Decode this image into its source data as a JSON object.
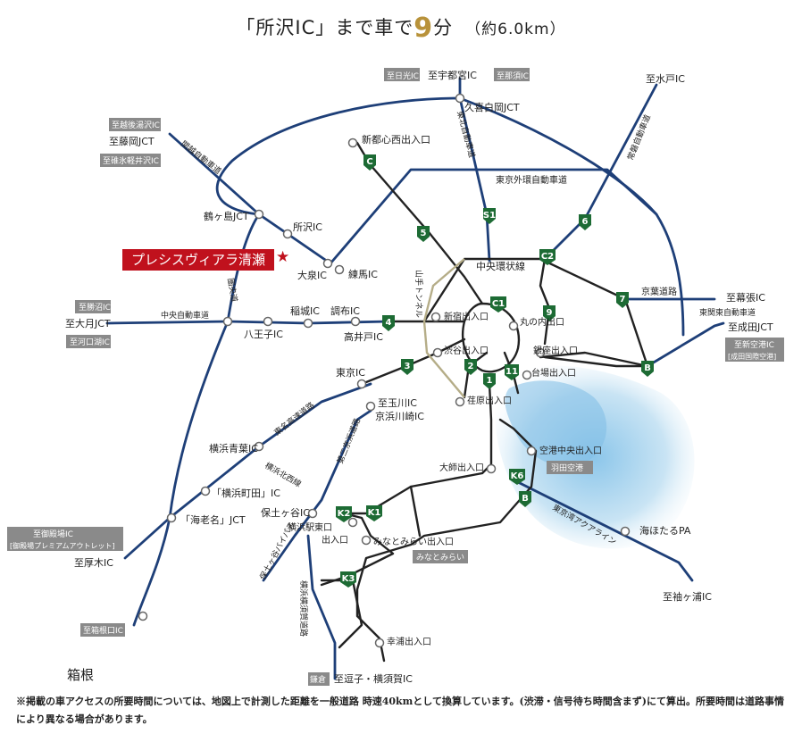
{
  "title": {
    "prefix": "「所沢IC」まで車で",
    "minutes": "9",
    "unit": "分",
    "distance": "（約6.0km）"
  },
  "property": {
    "name": "プレシスヴィアラ清瀬",
    "star": "★"
  },
  "hakone": "箱根",
  "footnote": "※掲載の車アクセスの所要時間については、地図上で計測した距離を一般道路 時速40kmとして換算しています。(渋滞・信号待ち時間含まず)にて算出。所要時間は道路事情により異なる場合があります。",
  "colors": {
    "road": "#1e3f78",
    "shuto": "#222222",
    "route_badge": "#1d6b34",
    "box": "#8a8a8a",
    "property": "#c0111d",
    "accent": "#b8923a",
    "sea": "#9fcde9"
  },
  "labels": [
    {
      "id": "utsunomiya",
      "text": "至宇都宮IC"
    },
    {
      "id": "nikko",
      "text": "至日光IC"
    },
    {
      "id": "nasu",
      "text": "至那須IC"
    },
    {
      "id": "kuki",
      "text": "久喜白岡JCT"
    },
    {
      "id": "mito",
      "text": "至水戸IC"
    },
    {
      "id": "echigo",
      "text": "至越後湯沢IC"
    },
    {
      "id": "fujioka",
      "text": "至藤岡JCT"
    },
    {
      "id": "usui",
      "text": "至碓氷軽井沢IC"
    },
    {
      "id": "kanetsu",
      "text": "関越自動車道"
    },
    {
      "id": "shintoshin",
      "text": "新都心西出入口"
    },
    {
      "id": "tohoku",
      "text": "東北自動車道"
    },
    {
      "id": "joban",
      "text": "常磐自動車道"
    },
    {
      "id": "gaikan",
      "text": "東京外環自動車道"
    },
    {
      "id": "tsurugashima",
      "text": "鶴ヶ島JCT"
    },
    {
      "id": "tokorozawa",
      "text": "所沢IC"
    },
    {
      "id": "oizumi",
      "text": "大泉IC"
    },
    {
      "id": "nerima",
      "text": "練馬IC"
    },
    {
      "id": "chuokanjo",
      "text": "中央環状線"
    },
    {
      "id": "yamate",
      "text": "山手トンネル"
    },
    {
      "id": "keiyo",
      "text": "京葉道路"
    },
    {
      "id": "makuhari",
      "text": "至幕張IC"
    },
    {
      "id": "higashikanto",
      "text": "東関東自動車道"
    },
    {
      "id": "narita",
      "text": "至成田JCT"
    },
    {
      "id": "shinkuko",
      "text": "至新空港IC"
    },
    {
      "id": "seikuko",
      "text": "[成田国際空港]"
    },
    {
      "id": "katsunuma",
      "text": "至勝沼IC"
    },
    {
      "id": "otsuki",
      "text": "至大月JCT"
    },
    {
      "id": "kawaguchiko",
      "text": "至河口湖IC"
    },
    {
      "id": "chuo",
      "text": "中央自動車道"
    },
    {
      "id": "kenodo",
      "text": "圏央道"
    },
    {
      "id": "inagi",
      "text": "稲城IC"
    },
    {
      "id": "chofu",
      "text": "調布IC"
    },
    {
      "id": "hachioji",
      "text": "八王子IC"
    },
    {
      "id": "takaido",
      "text": "高井戸IC"
    },
    {
      "id": "shinjuku",
      "text": "新宿出入口"
    },
    {
      "id": "marunouchi",
      "text": "丸の内出口"
    },
    {
      "id": "ginza",
      "text": "銀座出入口"
    },
    {
      "id": "shibuya",
      "text": "渋谷出入口"
    },
    {
      "id": "daiba",
      "text": "台場出入口"
    },
    {
      "id": "tokyoic",
      "text": "東京IC"
    },
    {
      "id": "ebara",
      "text": "荏原出入口"
    },
    {
      "id": "tamagawa",
      "text": "至玉川IC"
    },
    {
      "id": "keihin",
      "text": "京浜川崎IC"
    },
    {
      "id": "tomei",
      "text": "東名高速道路"
    },
    {
      "id": "daisan",
      "text": "第三京浜道路"
    },
    {
      "id": "aoba",
      "text": "横浜青葉IC"
    },
    {
      "id": "kitanishi",
      "text": "横浜北西線"
    },
    {
      "id": "machida",
      "text": "「横浜町田」IC"
    },
    {
      "id": "kuko",
      "text": "空港中央出入口"
    },
    {
      "id": "daishi",
      "text": "大師出入口"
    },
    {
      "id": "haneda",
      "text": "羽田空港"
    },
    {
      "id": "ebina",
      "text": "「海老名」JCT"
    },
    {
      "id": "gotemba",
      "text": "至御殿場IC"
    },
    {
      "id": "outlet",
      "text": "[御殿場プレミアムアウトレット]"
    },
    {
      "id": "atsugi",
      "text": "至厚木IC"
    },
    {
      "id": "hodogaya",
      "text": "保土ヶ谷IC"
    },
    {
      "id": "yokohamaeki",
      "text": "横浜駅東口"
    },
    {
      "id": "deiriguchi",
      "text": "出入口"
    },
    {
      "id": "minatomirai",
      "text": "みなとみらい出入口"
    },
    {
      "id": "minatomirai2",
      "text": "みなとみらい"
    },
    {
      "id": "hodogayabp",
      "text": "保土ヶ谷バイパス"
    },
    {
      "id": "aqualine",
      "text": "東京湾アクアライン"
    },
    {
      "id": "umihotaru",
      "text": "海ほたるPA"
    },
    {
      "id": "sodegaura",
      "text": "至袖ヶ浦IC"
    },
    {
      "id": "yokoyoko",
      "text": "横浜横須賀道路"
    },
    {
      "id": "koura",
      "text": "幸浦出入口"
    },
    {
      "id": "hakoneguchi",
      "text": "至箱根口IC"
    },
    {
      "id": "kamakura",
      "text": "鎌倉"
    },
    {
      "id": "zushi",
      "text": "至逗子・横須賀IC"
    }
  ],
  "routes": [
    "C",
    "S1",
    "5",
    "6",
    "C2",
    "7",
    "C1",
    "4",
    "9",
    "3",
    "2",
    "11",
    "1",
    "B",
    "K6",
    "B",
    "K2",
    "K1",
    "K3"
  ]
}
